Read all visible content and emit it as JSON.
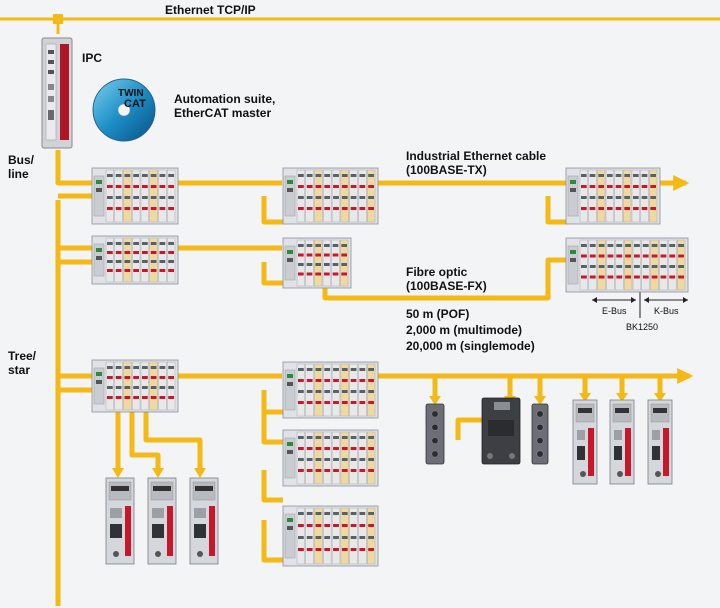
{
  "colors": {
    "bus": "#f5b915",
    "bus_edge": "#d99400",
    "background": "#f3f4f6",
    "module_body": "#dfe2e6",
    "terminal_red": "#c8162a",
    "terminal_stripe": "#e8e8e8"
  },
  "labels": {
    "network_top": "Ethernet TCP/IP",
    "ipc": "IPC",
    "suite_line1": "Automation suite,",
    "suite_line2": "EtherCAT master",
    "bus_line_1": "Bus/",
    "bus_line_2": "line",
    "tree_star_1": "Tree/",
    "tree_star_2": "star",
    "cable_line1": "Industrial Ethernet cable",
    "cable_line2": "(100BASE-TX)",
    "fibre_line1": "Fibre optic",
    "fibre_line2": "(100BASE-FX)",
    "dist_pof": "50 m (POF)",
    "dist_multimode": "2,000 m (multimode)",
    "dist_singlemode": "20,000 m (singlemode)",
    "ebus": "E-Bus",
    "kbus": "K-Bus",
    "bk1250": "BK1250",
    "disc_logo_line1": "TWIN",
    "disc_logo_line2": "CAT"
  },
  "icons": {
    "ipc": "industrial-pc-icon",
    "disc": "software-cd-icon",
    "coupler": "io-terminal-block-icon",
    "servo": "servo-drive-icon",
    "box": "io-box-icon"
  }
}
